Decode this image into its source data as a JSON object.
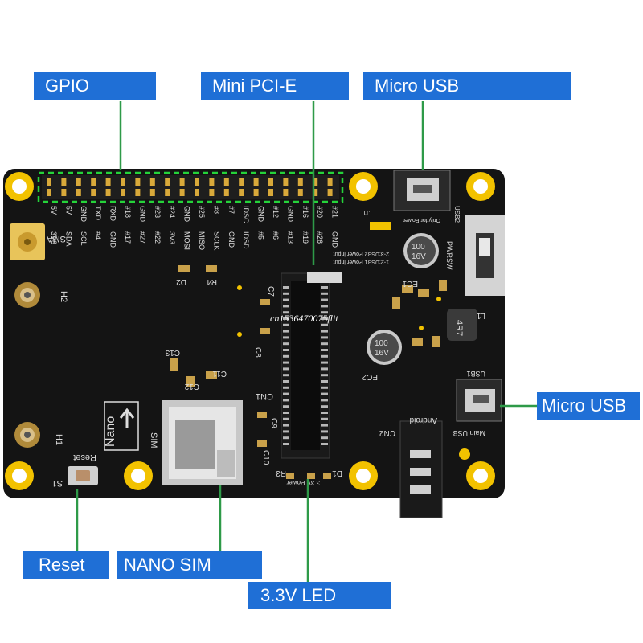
{
  "callouts": {
    "gpio": "GPIO",
    "mini_pcie": "Mini PCI-E",
    "micro_usb_top": "Micro USB",
    "micro_usb_right": "Micro USB",
    "reset": "Reset",
    "nano_sim": "NANO SIM",
    "led": "3.3V LED"
  },
  "board_labels": {
    "sma": "SMA",
    "h1": "H1",
    "h2": "H2",
    "reset": "Reset",
    "s1": "S1",
    "sim": "SIM",
    "nano": "Nano",
    "cn1": "CN1",
    "cn2": "CN2",
    "android": "Android",
    "main_usb": "Main USB",
    "usb1": "USB1",
    "usb2": "USB2",
    "pwrsw": "PWRSW",
    "led_power": "3.3V Power",
    "d1": "D1",
    "d2": "D2",
    "r3": "R3",
    "r4": "R4",
    "c7": "C7",
    "c8": "C8",
    "c9": "C9",
    "c10": "C10",
    "c11": "C11",
    "c12": "C12",
    "c13": "C13",
    "ec1": "EC1",
    "ec2": "EC2",
    "l1": "L1",
    "inductor": "4R7",
    "cap1": "100\n16V",
    "cap2": "100\n16V",
    "j1": "J1",
    "usb1_power": "1-2:USB1 Power input",
    "usb2_power": "2-3:USB2 Power input",
    "only_power": "Only for Power"
  },
  "gpio_top_labels": [
    "5V",
    "5V",
    "GND",
    "TXD",
    "RXD",
    "#18",
    "GND",
    "#23",
    "#24",
    "GND",
    "#25",
    "#8",
    "#7",
    "IDSC",
    "GND",
    "#12",
    "GND",
    "#16",
    "#20",
    "#21"
  ],
  "gpio_bottom_labels": [
    "3V3",
    "SDA",
    "SCL",
    "#4",
    "GND",
    "#17",
    "#27",
    "#22",
    "3V3",
    "MOSI",
    "MISO",
    "SCLK",
    "GND",
    "IDSD",
    "#5",
    "#6",
    "#13",
    "#19",
    "#26",
    "GND"
  ],
  "watermark": "cn1536470075flit",
  "colors": {
    "callout": "#1f6fd6",
    "leader": "#2e9a48",
    "pcb": "#141414",
    "pad": "#f2c200",
    "dash": "#25d33a"
  }
}
